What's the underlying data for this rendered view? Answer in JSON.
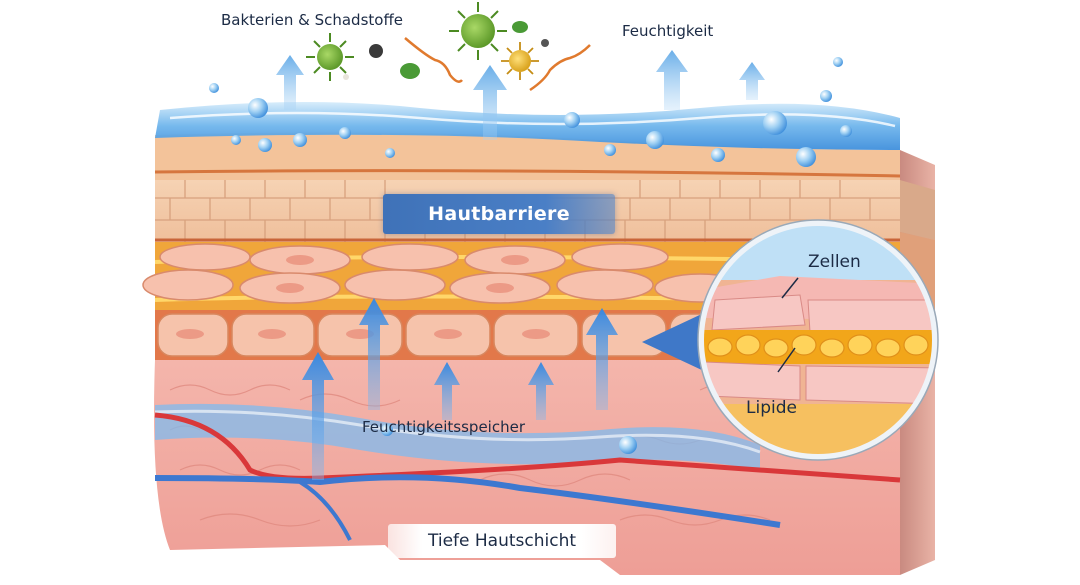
{
  "diagram": {
    "title_banner": "Hautbarriere",
    "labels": {
      "bacteria": "Bakterien & Schadstoffe",
      "moisture": "Feuchtigkeit",
      "moisture_store": "Feuchtigkeitsspeicher",
      "deep_layer": "Tiefe Hautschicht"
    },
    "inset": {
      "cells": "Zellen",
      "lipids": "Lipide"
    },
    "layers": [
      {
        "name": "water-film",
        "color": "#5aa9e6"
      },
      {
        "name": "horn-layer-bricks",
        "color": "#f2c4a2"
      },
      {
        "name": "cell-lipid-layer",
        "color": "#f4b49a"
      },
      {
        "name": "lipid-band",
        "color": "#f3a51e"
      },
      {
        "name": "dermis",
        "color": "#f1a8a0"
      }
    ],
    "colors": {
      "banner": "#4576bd",
      "arrow": "#3f8ee0",
      "text": "#1c2b45",
      "vein_red": "#d9383a",
      "vein_blue": "#3d78d0"
    }
  }
}
